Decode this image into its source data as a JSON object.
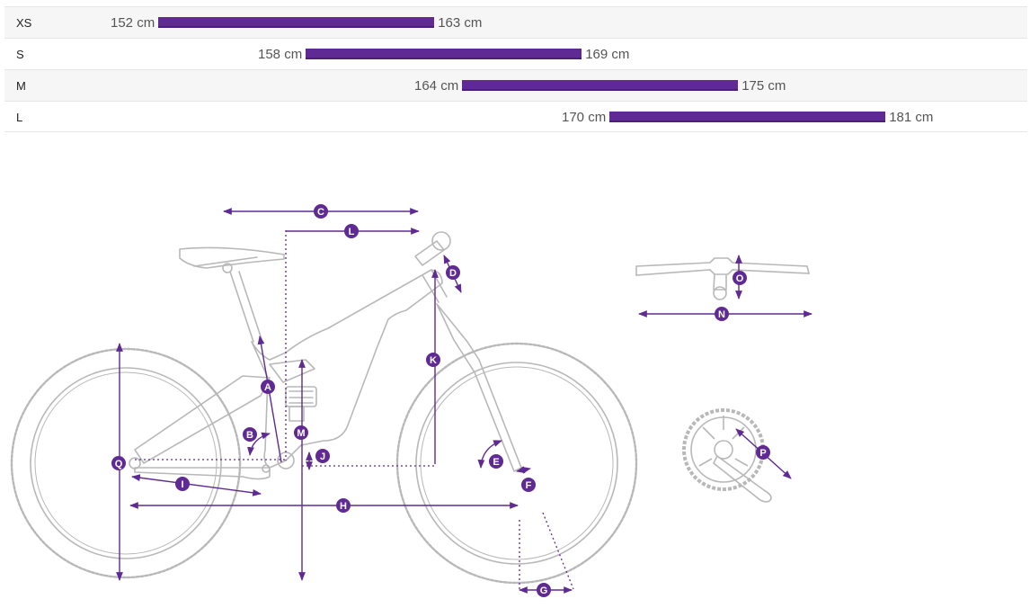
{
  "size_chart": {
    "rows": [
      {
        "size": "XS",
        "min": "152 cm",
        "max": "163 cm"
      },
      {
        "size": "S",
        "min": "158 cm",
        "max": "169 cm"
      },
      {
        "size": "M",
        "min": "164 cm",
        "max": "175 cm"
      },
      {
        "size": "L",
        "min": "170 cm",
        "max": "181 cm"
      }
    ]
  },
  "geometry_labels": {
    "A": "A",
    "B": "B",
    "C": "C",
    "D": "D",
    "E": "E",
    "F": "F",
    "G": "G",
    "H": "H",
    "I": "I",
    "J": "J",
    "K": "K",
    "L": "L",
    "M": "M",
    "N": "N",
    "O": "O",
    "P": "P",
    "Q": "Q"
  },
  "colors": {
    "accent": "#5f2a93",
    "outline": "#b8b8b8",
    "row_alt": "#f6f6f6"
  }
}
